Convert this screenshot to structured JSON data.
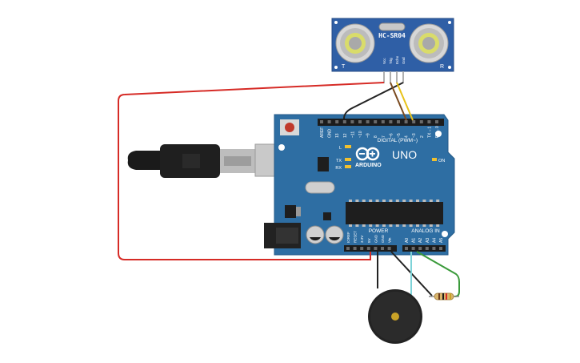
{
  "sensor": {
    "model": "HC-SR04",
    "transmitter_mark": "T",
    "receiver_mark": "R",
    "pins": [
      "Vcc",
      "Trig",
      "Echo",
      "Gnd"
    ]
  },
  "board": {
    "brand": "ARDUINO",
    "model": "UNO",
    "on_label": "ON",
    "led_labels": [
      "L",
      "TX",
      "RX"
    ],
    "digital_header_label": "DIGITAL (PWM~)",
    "digital_pins": [
      "AREF",
      "GND",
      "13",
      "12",
      "~11",
      "~10",
      "~9",
      "8",
      "7",
      "~6",
      "~5",
      "4",
      "~3",
      "2",
      "TX→1",
      "RX←0"
    ],
    "power_label": "POWER",
    "power_pins": [
      "IOREF",
      "RESET",
      "3.3V",
      "5V",
      "GND",
      "GND",
      "Vin"
    ],
    "analog_label": "ANALOG IN",
    "analog_pins": [
      "A0",
      "A1",
      "A2",
      "A3",
      "A4",
      "A5"
    ]
  },
  "colors": {
    "board": "#2e6ea3",
    "sensor": "#2f5fa6",
    "wire_red": "#d62b26",
    "wire_black": "#222222",
    "wire_brown": "#7a4a1f",
    "wire_yellow": "#e8c21a",
    "wire_green": "#3a9a3a",
    "wire_cyan": "#7ed3d8"
  }
}
